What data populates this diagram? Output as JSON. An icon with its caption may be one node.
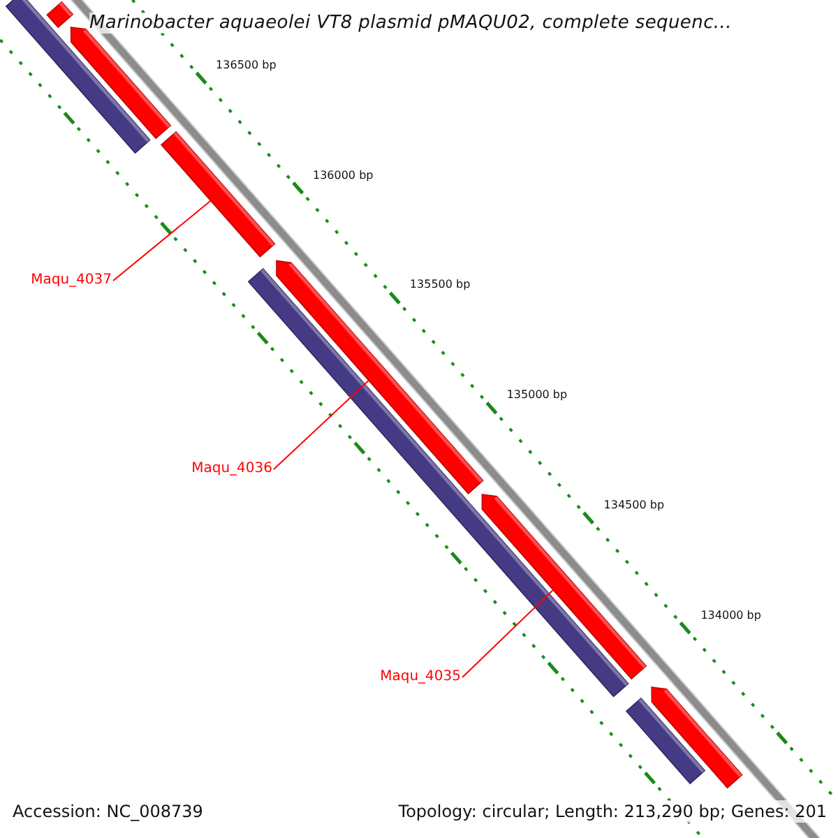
{
  "diagram": {
    "title": "Marinobacter aquaeolei VT8 plasmid pMAQU02, complete sequenc...",
    "nodes": [
      {
        "text": [
          "Maqu_4037"
        ]
      },
      {
        "text": [],
        "shape": "bar"
      },
      {
        "text": [
          "Maqu_4036"
        ]
      },
      {
        "text": [],
        "shape": "bar"
      },
      {
        "text": [
          "Maqu_4035"
        ]
      },
      {
        "text": [],
        "shape": "bar"
      },
      {
        "text": [],
        "shape": "bar"
      },
      {
        "text": [],
        "shape": "bar"
      },
      {
        "text": [],
        "shape": "bar"
      },
      {
        "text": [],
        "shape": "bar"
      },
      {
        "text": [],
        "shape": "bar"
      },
      {
        "text": [],
        "shape": "bar"
      }
    ],
    "edges": [
      {
        "from": 0,
        "to": 1,
        "arrow": "none",
        "color": "#ff0000"
      },
      {
        "from": 2,
        "to": 3,
        "arrow": "none",
        "color": "#ff0000"
      },
      {
        "from": 4,
        "to": 5,
        "arrow": "none",
        "color": "#ff0000"
      }
    ],
    "labels": [
      "136500 bp",
      "136000 bp",
      "135500 bp",
      "135000 bp",
      "134500 bp",
      "134000 bp",
      "Accession: NC_008739",
      "Topology: circular; Length: 213,290 bp; Genes: 201"
    ]
  }
}
